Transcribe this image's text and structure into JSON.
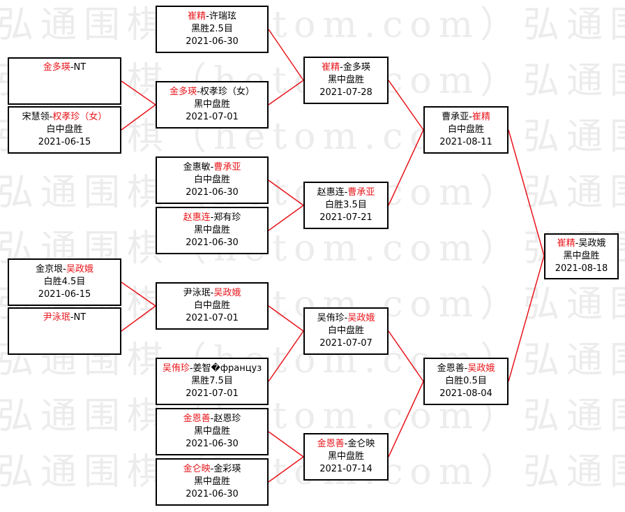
{
  "watermark": {
    "rows": [
      "弘通围棋（hetom.com）弘通围棋",
      "弘通围棋（hetom.com）弘通围棋",
      "弘通围棋（hetom.com）弘通围棋",
      "弘通围棋（hetom.com）弘通围棋",
      "弘通围棋（hetom.com）弘通围棋",
      "弘通围棋（hetom.com）弘通围棋",
      "弘通围棋（hetom.com）弘通围棋",
      "弘通围棋（hetom.com）弘通围棋",
      "弘通围棋（hetom.com）弘通围棋"
    ]
  },
  "colors": {
    "winner": "#e8141a",
    "line": "#e8141a",
    "border": "#000000"
  },
  "matches": [
    {
      "id": "r1-1",
      "p1": "宋慧领",
      "p2": "权孝珍（女）",
      "winner": 2,
      "result": "白中盘胜",
      "date": "2021-06-15"
    },
    {
      "id": "r1-2",
      "p1": "金京垠",
      "p2": "吴政娥",
      "winner": 2,
      "result": "白胜4.5目",
      "date": "2021-06-15"
    },
    {
      "id": "r1-3",
      "p1": "金多瑛",
      "p2": "NT",
      "winner": 1,
      "result": "",
      "date": ""
    },
    {
      "id": "r1-4",
      "p1": "尹泳珉",
      "p2": "NT",
      "winner": 1,
      "result": "",
      "date": ""
    },
    {
      "id": "r2-1",
      "p1": "崔精",
      "p2": "许瑞玹",
      "winner": 1,
      "result": "黑胜2.5目",
      "date": "2021-06-30"
    },
    {
      "id": "r2-2",
      "p1": "金多瑛",
      "p2": "权孝珍（女）",
      "winner": 1,
      "result": "黑中盘胜",
      "date": "2021-07-01"
    },
    {
      "id": "r2-3",
      "p1": "金惠敏",
      "p2": "曹承亚",
      "winner": 2,
      "result": "白中盘胜",
      "date": "2021-06-30"
    },
    {
      "id": "r2-4",
      "p1": "赵惠连",
      "p2": "郑有珍",
      "winner": 1,
      "result": "黑中盘胜",
      "date": "2021-06-30"
    },
    {
      "id": "r2-5",
      "p1": "尹泳珉",
      "p2": "吴政娥",
      "winner": 2,
      "result": "白中盘胜",
      "date": "2021-07-01"
    },
    {
      "id": "r2-6",
      "p1": "吴侑珍",
      "p2": "姜智�француз",
      "winner": 1,
      "result": "黑胜7.5目",
      "date": "2021-07-01"
    },
    {
      "id": "r2-7",
      "p1": "金恩善",
      "p2": "赵恩珍",
      "winner": 1,
      "result": "黑中盘胜",
      "date": "2021-06-30"
    },
    {
      "id": "r2-8",
      "p1": "金仑映",
      "p2": "金彩瑛",
      "winner": 1,
      "result": "黑中盘胜",
      "date": "2021-06-30"
    },
    {
      "id": "r3-1",
      "p1": "崔精",
      "p2": "金多瑛",
      "winner": 1,
      "result": "黑中盘胜",
      "date": "2021-07-28"
    },
    {
      "id": "r3-2",
      "p1": "赵惠连",
      "p2": "曹承亚",
      "winner": 2,
      "result": "白胜3.5目",
      "date": "2021-07-21"
    },
    {
      "id": "r3-3",
      "p1": "吴侑珍",
      "p2": "吴政娥",
      "winner": 2,
      "result": "白中盘胜",
      "date": "2021-07-07"
    },
    {
      "id": "r3-4",
      "p1": "金恩善",
      "p2": "金仑映",
      "winner": 1,
      "result": "黑中盘胜",
      "date": "2021-07-14"
    },
    {
      "id": "r4-1",
      "p1": "曹承亚",
      "p2": "崔精",
      "winner": 2,
      "result": "白中盘胜",
      "date": "2021-08-11"
    },
    {
      "id": "r4-2",
      "p1": "金恩善",
      "p2": "吴政娥",
      "winner": 2,
      "result": "白胜0.5目",
      "date": "2021-08-04"
    },
    {
      "id": "final",
      "p1": "崔精",
      "p2": "吴政娥",
      "winner": 1,
      "result": "黑中盘胜",
      "date": "2021-08-18"
    }
  ]
}
